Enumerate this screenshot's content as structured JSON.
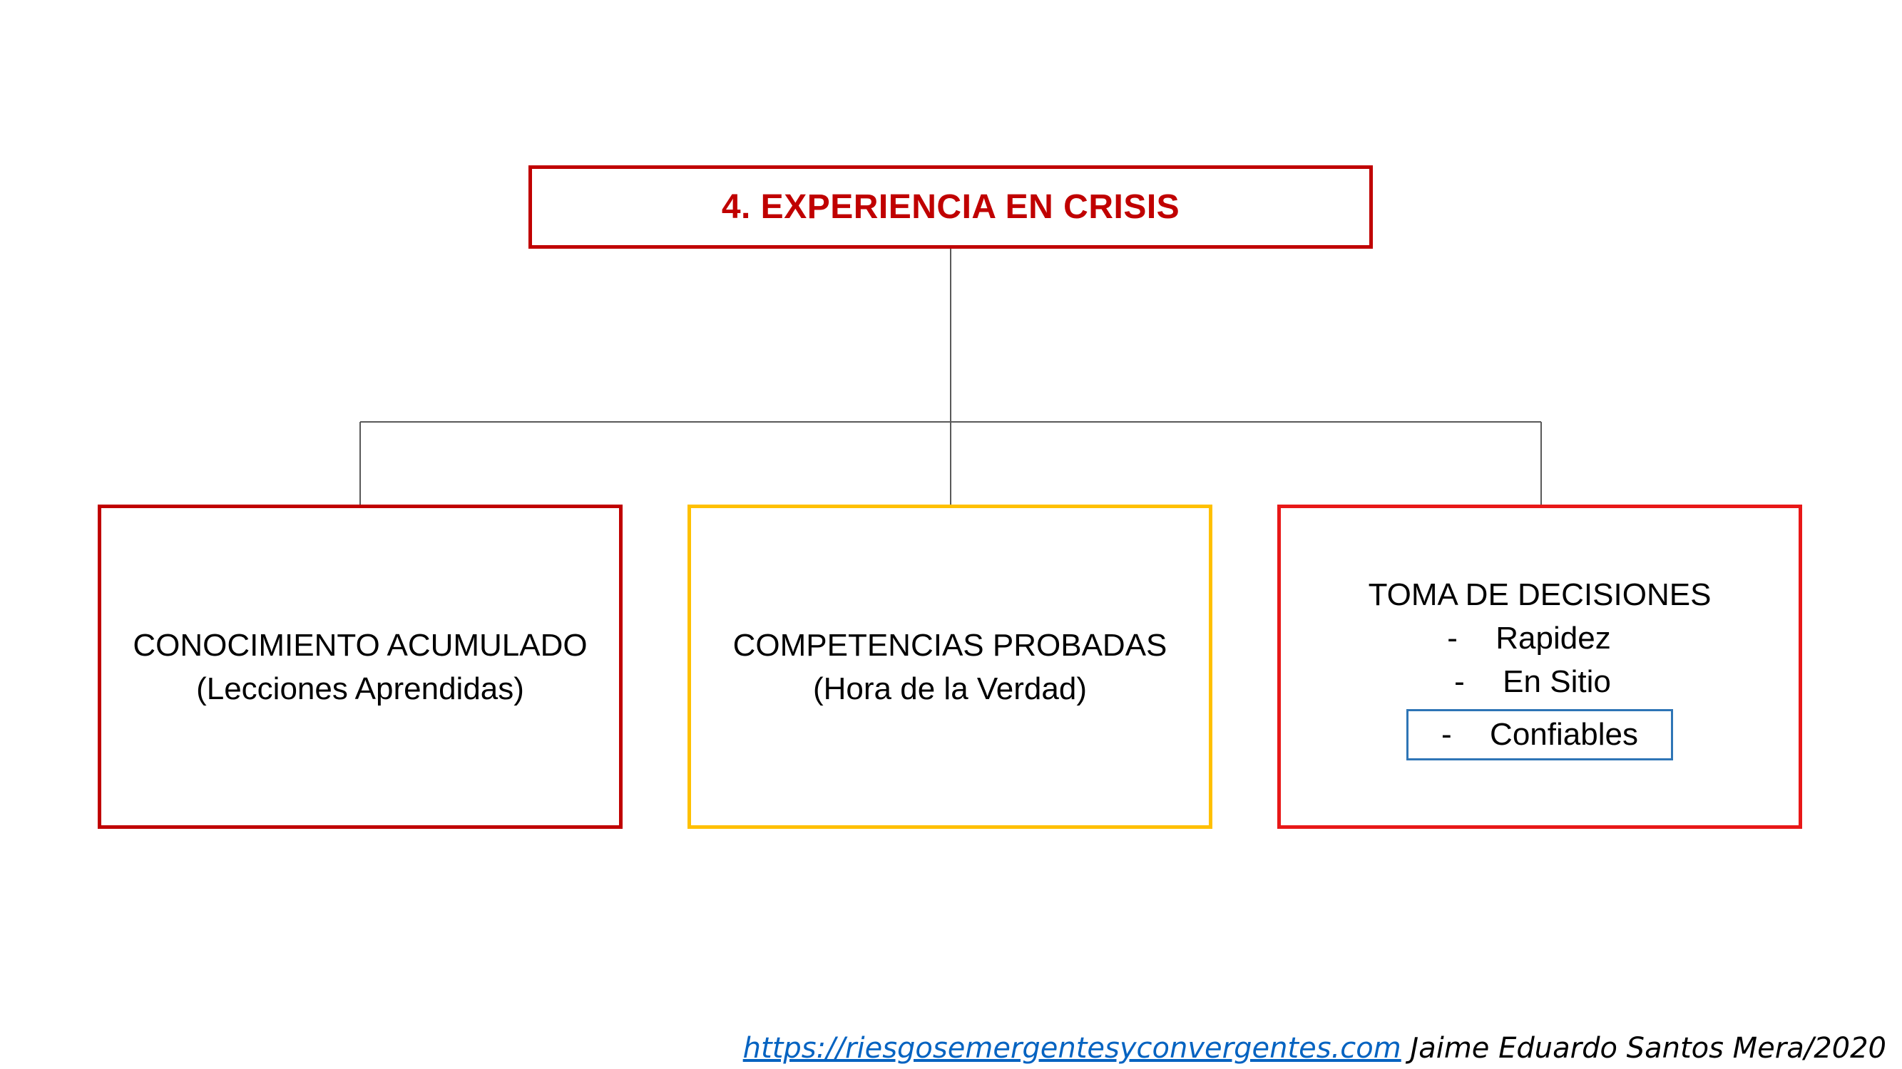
{
  "title": "4. EXPERIENCIA EN CRISIS",
  "boxes": [
    {
      "heading": "CONOCIMIENTO ACUMULADO",
      "subheading": "(Lecciones Aprendidas)",
      "border_color": "#c00000"
    },
    {
      "heading": "COMPETENCIAS PROBADAS",
      "subheading": "(Hora de la Verdad)",
      "border_color": "#ffc000"
    },
    {
      "heading": "TOMA DE DECISIONES",
      "items": [
        "Rapidez",
        "En Sitio",
        "Confiables"
      ],
      "border_color": "#e81818",
      "highlight_color": "#2e75b6"
    }
  ],
  "footer": {
    "link_text": "https://riesgosemergentesyconvergentes.com",
    "author": "Jaime Eduardo Santos Mera/2020",
    "link_color": "#0563c1"
  },
  "colors": {
    "title": "#c00000",
    "connector": "#595959"
  }
}
